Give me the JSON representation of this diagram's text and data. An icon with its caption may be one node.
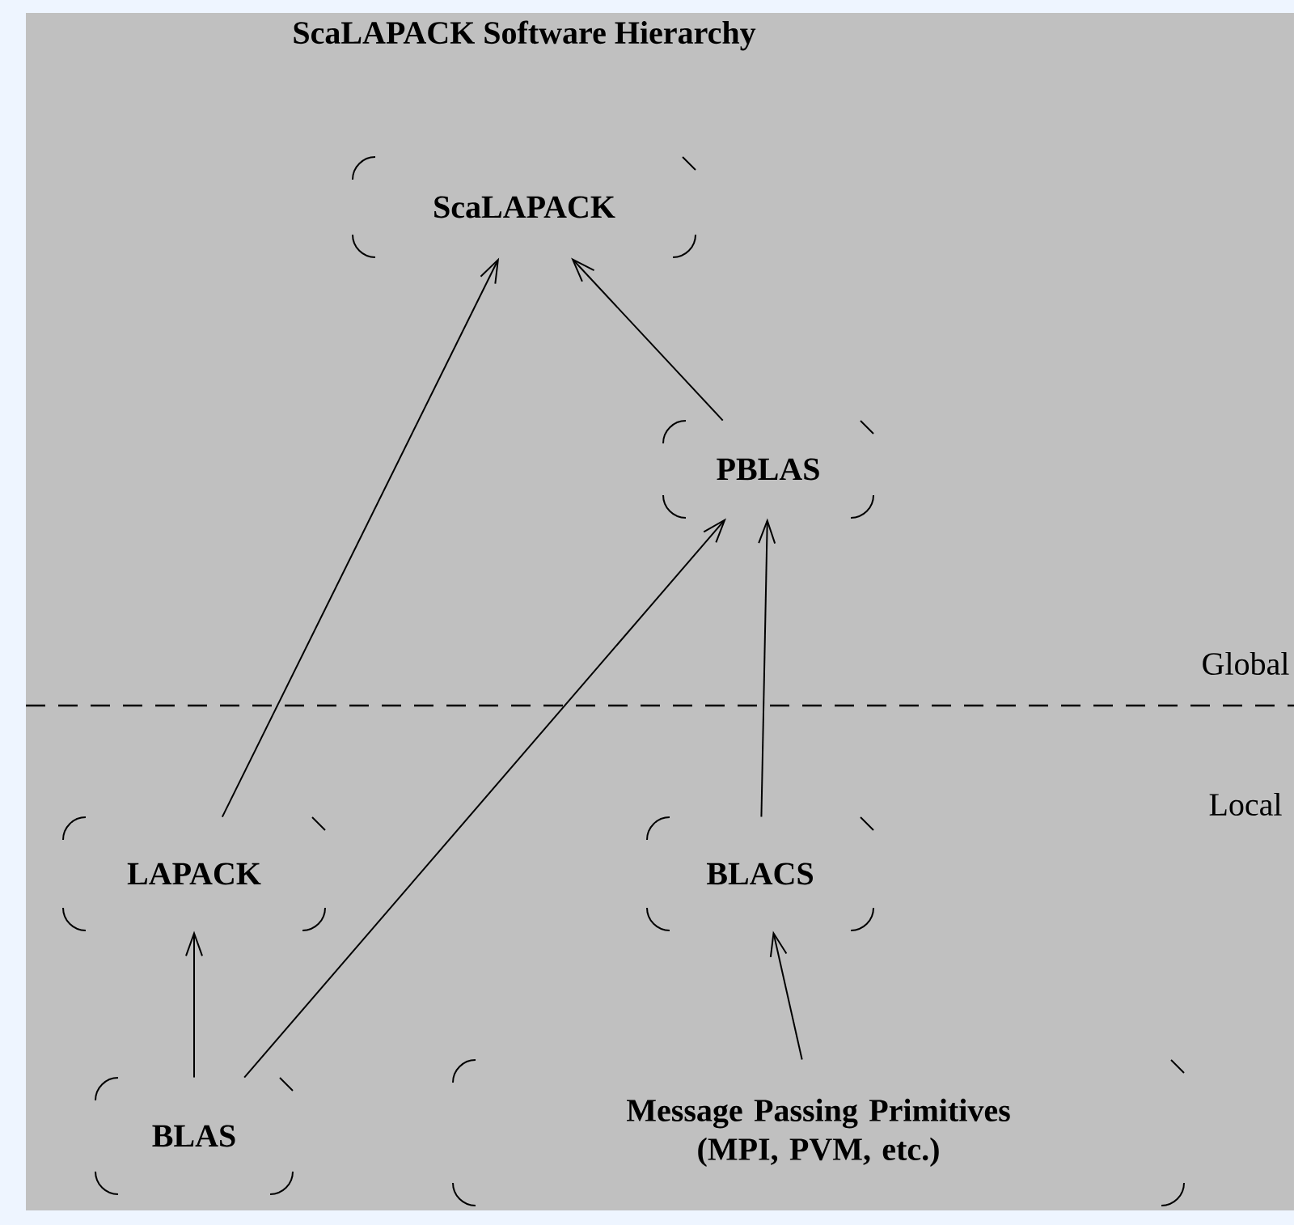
{
  "diagram": {
    "title": "ScaLAPACK Software Hierarchy",
    "nodes": [
      {
        "text": [
          "ScaLAPACK"
        ]
      },
      {
        "text": [
          "PBLAS"
        ]
      },
      {
        "text": [
          "LAPACK"
        ]
      },
      {
        "text": [
          "BLACS"
        ]
      },
      {
        "text": [
          "BLAS"
        ]
      },
      {
        "text": [
          "Message Passing Primitives (MPI, PVM, etc.)"
        ]
      }
    ],
    "edges": [
      {
        "from": 2,
        "to": 0,
        "arrow": "to"
      },
      {
        "from": 1,
        "to": 0,
        "arrow": "to"
      },
      {
        "from": 4,
        "to": 1,
        "arrow": "to"
      },
      {
        "from": 3,
        "to": 1,
        "arrow": "to"
      },
      {
        "from": 4,
        "to": 2,
        "arrow": "to"
      },
      {
        "from": 5,
        "to": 3,
        "arrow": "to"
      }
    ],
    "labels": [
      "Global",
      "Local"
    ]
  }
}
